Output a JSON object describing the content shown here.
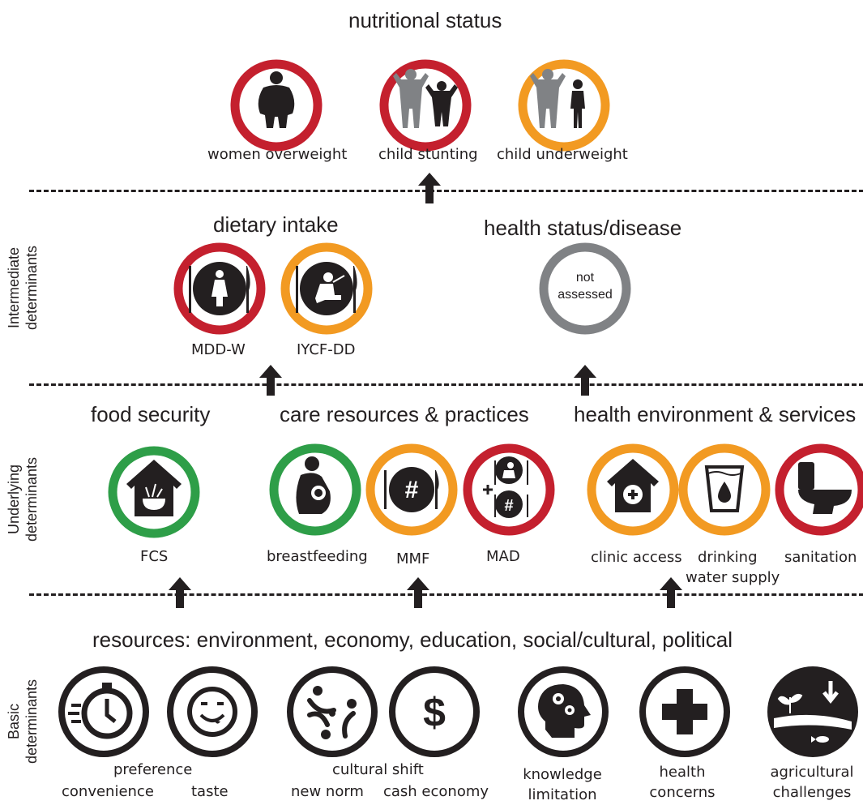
{
  "colors": {
    "red": "#c4202e",
    "orange": "#f29a22",
    "green": "#2e9e48",
    "gray": "#808285",
    "black": "#231f20"
  },
  "nutrition": {
    "title": "nutritional status",
    "items": [
      "women overweight",
      "child stunting",
      "child underweight"
    ]
  },
  "intermediate": {
    "side_label": [
      "Intermediate",
      "determinants"
    ],
    "dietary_title": "dietary intake",
    "health_title": "health status/disease",
    "items": [
      "MDD-W",
      "IYCF-DD"
    ],
    "not_assessed": [
      "not",
      "assessed"
    ]
  },
  "underlying": {
    "side_label": [
      "Underlying",
      "determinants"
    ],
    "food_title": "food security",
    "care_title": "care resources & practices",
    "env_title": "health environment & services",
    "items": [
      "FCS",
      "breastfeeding",
      "MMF",
      "MAD",
      "clinic access",
      "drinking",
      "water supply",
      "sanitation"
    ]
  },
  "basic": {
    "side_label": [
      "Basic",
      "determinants"
    ],
    "title": "resources: environment, economy, education, social/cultural, political",
    "preference": "preference",
    "convenience": "convenience",
    "taste": "taste",
    "cultural_shift": "cultural shift",
    "new_norm": "new norm",
    "cash_economy": "cash economy",
    "knowledge": [
      "knowledge",
      "limitation"
    ],
    "health": [
      "health",
      "concerns"
    ],
    "agri": [
      "agricultural",
      "challenges"
    ]
  }
}
